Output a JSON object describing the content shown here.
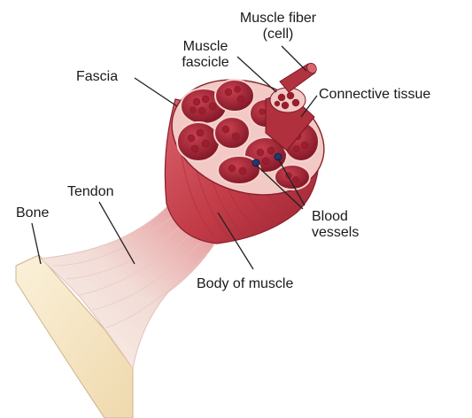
{
  "labels": {
    "muscle_fiber": [
      "Muscle fiber",
      "(cell)"
    ],
    "muscle_fascicle": [
      "Muscle",
      "fascicle"
    ],
    "connective_tissue": "Connective tissue",
    "fascia": "Fascia",
    "tendon": "Tendon",
    "bone": "Bone",
    "blood_vessels": [
      "Blood",
      "vessels"
    ],
    "body_of_muscle": "Body of muscle"
  },
  "colors": {
    "muscle": "#c0404a",
    "muscle_dark": "#8e1f2b",
    "fascicle_fill": "#a8283a",
    "connective": "#f2c9c4",
    "tendon": "#f3e6e0",
    "bone": "#f6e7c9",
    "blood_vessel": "#1f3a6e"
  }
}
